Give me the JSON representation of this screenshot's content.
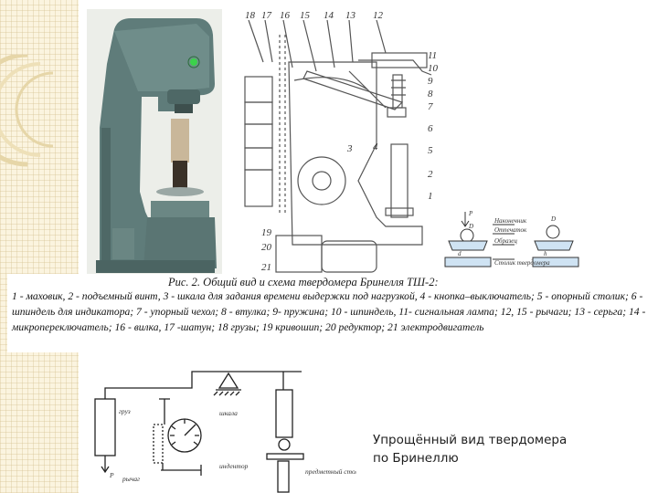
{
  "figure": {
    "caption_title": "Рис. 2. Общий вид и схема твердомера Бринелля ТШ-2:",
    "legend_text": "1 - маховик, 2 - подъемный винт, 3 - шкала для задания времени выдержки под нагрузкой, 4 - кнопка–выключатель; 5 - опорный столик; 6 - шпиндель для индикатора; 7 - упорный чехол; 8 - втулка; 9- пружина; 10 - шпиндель, 11- сигнальная лампа; 12, 15 - рычаги; 13 - серьга; 14 - микропереключатель; 16 - вилка, 17 -шатун; 18 грузы; 19 кривошип; 20 редуктор; 21 электродвигатель"
  },
  "schema_top": {
    "top_numbers": [
      "18",
      "17",
      "16",
      "15",
      "14",
      "13",
      "12"
    ],
    "right_numbers": [
      "11",
      "10",
      "9",
      "8",
      "7",
      "6",
      "5",
      "2",
      "1"
    ],
    "left_numbers": [
      "3",
      "4",
      "19",
      "20",
      "21"
    ]
  },
  "inset": {
    "p_label": "P",
    "d_label": "D",
    "indenter_label": "Наконечник",
    "print_label": "Отпечаток",
    "sample_label": "Образец",
    "table_label": "Столик твердомера",
    "small_d_label": "d",
    "h_label": "h"
  },
  "schema_bottom": {
    "weight_label": "груз",
    "load_label": "P",
    "lever_label": "рычаг",
    "dial_label": "шкала",
    "indenter_label": "индентор",
    "table_label": "предметный столик"
  },
  "note": {
    "text": "Упрощённый вид твердомера по Бринеллю"
  }
}
